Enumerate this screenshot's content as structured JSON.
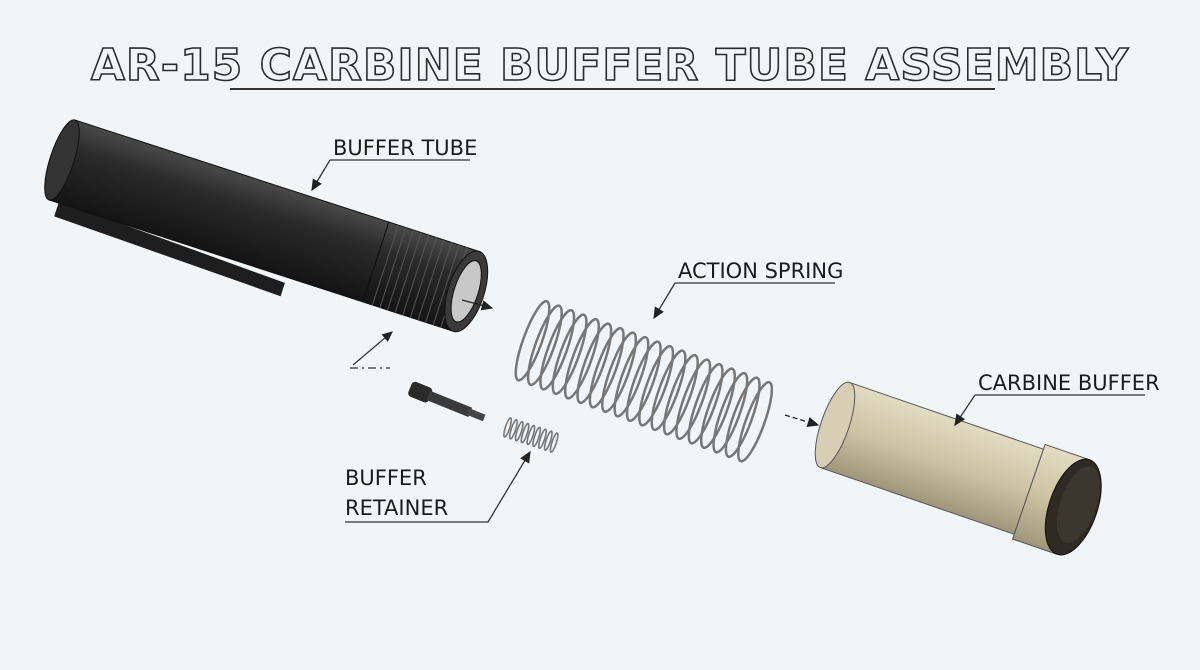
{
  "title": "AR-15 CARBINE BUFFER TUBE ASSEMBLY",
  "labels": {
    "buffer_tube": "BUFFER TUBE",
    "action_spring": "ACTION SPRING",
    "carbine_buffer": "CARBINE BUFFER",
    "buffer_retainer_line1": "BUFFER",
    "buffer_retainer_line2": "RETAINER"
  },
  "colors": {
    "tube": "#2a2a2a",
    "buffer_body": "#cbc3a3",
    "buffer_cap": "#2e2b24",
    "spring": "#8a8a8a"
  }
}
